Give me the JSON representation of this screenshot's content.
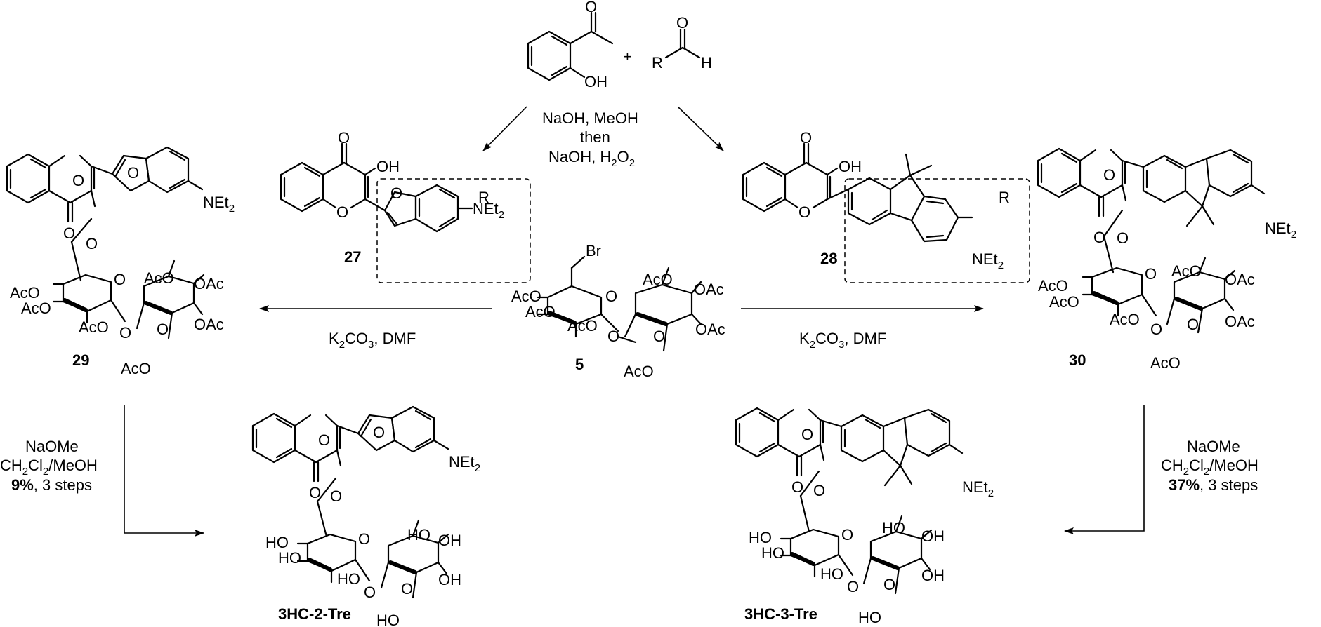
{
  "reactants": {
    "phenol_label": "OH",
    "ketone_o": "O",
    "plus": "+",
    "aldehyde_r": "R",
    "aldehyde_o": "O",
    "aldehyde_h": "H"
  },
  "conditions": {
    "top_line1": "NaOH, MeOH",
    "top_line2": "then",
    "top_line3_main": "NaOH, H",
    "top_line3_sub": "2",
    "top_line3_tail": "O",
    "top_line3_sub2": "2",
    "left_alk_main": "K",
    "left_alk_sub": "2",
    "left_alk_tail": "CO",
    "left_alk_sub2": "3",
    "left_alk_end": ", DMF",
    "right_alk_main": "K",
    "right_alk_sub": "2",
    "right_alk_tail": "CO",
    "right_alk_sub2": "3",
    "right_alk_end": ", DMF",
    "left_deprot_1": "NaOMe",
    "left_deprot_2a": "CH",
    "left_deprot_2b": "2",
    "left_deprot_2c": "Cl",
    "left_deprot_2d": "2",
    "left_deprot_2e": "/MeOH",
    "left_deprot_yield": "9%",
    "left_deprot_steps": ", 3 steps",
    "right_deprot_1": "NaOMe",
    "right_deprot_2a": "CH",
    "right_deprot_2b": "2",
    "right_deprot_2c": "Cl",
    "right_deprot_2d": "2",
    "right_deprot_2e": "/MeOH",
    "right_deprot_yield": "37%",
    "right_deprot_steps": ", 3 steps"
  },
  "compounds": {
    "c27": "27",
    "c28": "28",
    "c29": "29",
    "c30": "30",
    "c5": "5",
    "p_left": "3HC-2-Tre",
    "p_right": "3HC-3-Tre"
  },
  "atoms": {
    "O": "O",
    "OH": "OH",
    "HO": "HO",
    "R": "R",
    "NEt": "NEt",
    "two": "2",
    "Br": "Br",
    "AcO": "AcO",
    "OAc": "OAc"
  }
}
